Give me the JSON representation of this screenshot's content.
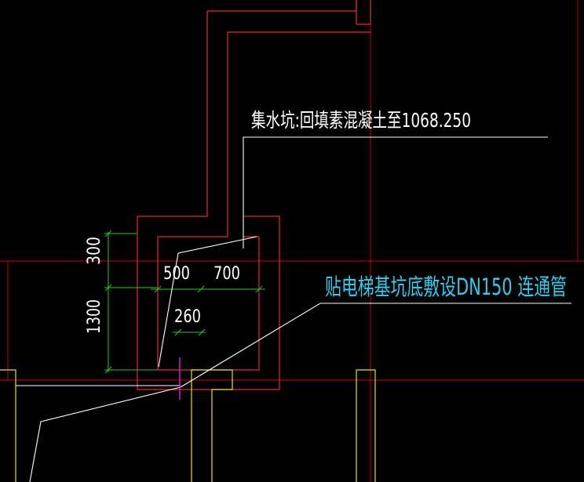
{
  "drawing": {
    "background": "#000000",
    "colors": {
      "grid_line": "#cc0000",
      "pit_outline": "#e8283c",
      "leader": "#ffffff",
      "dimension": "#22cc22",
      "wall": "#e6e600",
      "pipe_label": "#33ccee",
      "pipe_marker": "#dd22dd"
    },
    "annotations": {
      "sump_note": "集水坑:回填素混凝土至1068.250",
      "pipe_note": "贴电梯基坑底敷设DN150 连通管"
    },
    "dimensions": {
      "vertical_top": "300",
      "vertical_bottom": "1300",
      "horizontal_left": "500",
      "horizontal_right": "700",
      "offset": "260"
    }
  }
}
